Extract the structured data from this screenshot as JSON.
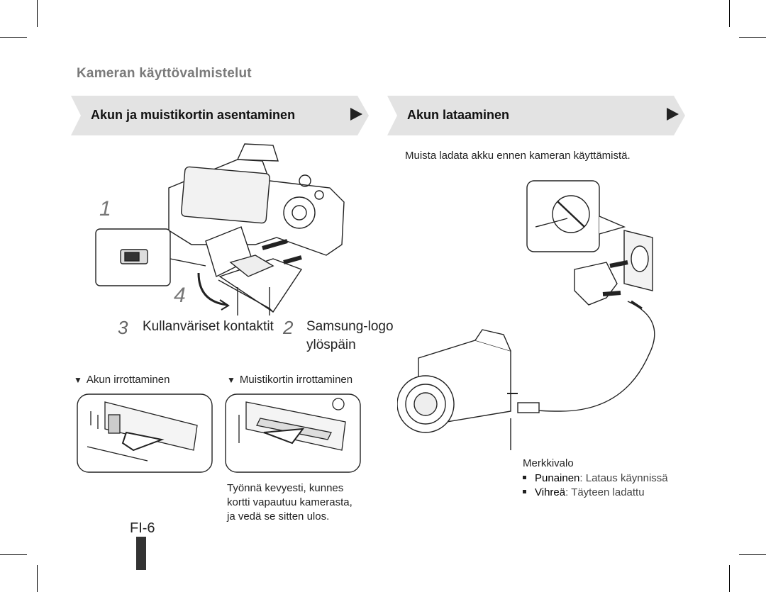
{
  "page_title": "Kameran käyttövalmistelut",
  "sections": [
    {
      "title": "Akun ja muistikortin asentaminen"
    },
    {
      "title": "Akun lataaminen"
    }
  ],
  "charge_note": "Muista ladata akku ennen kameran käyttämistä.",
  "install": {
    "step1": "1",
    "step4": "4",
    "step3_num": "3",
    "step3_label": "Kullanväriset kontaktit",
    "step2_num": "2",
    "step2_label_line1": "Samsung-logo",
    "step2_label_line2": "ylöspäin"
  },
  "removal": {
    "battery_label": "Akun irrottaminen",
    "card_label": "Muistikortin irrottaminen",
    "card_text": [
      "Työnnä kevyesti, kunnes",
      "kortti vapautuu kamerasta,",
      "ja vedä se sitten ulos."
    ]
  },
  "indicator": {
    "title": "Merkkivalo",
    "items": [
      {
        "color": "Punainen",
        "desc": ": Lataus käynnissä"
      },
      {
        "color": "Vihreä",
        "desc": ": Täyteen ladattu"
      }
    ]
  },
  "page_number": "FI-6",
  "icons": [
    "triangle-down-icon",
    "arrow-right-icon"
  ]
}
